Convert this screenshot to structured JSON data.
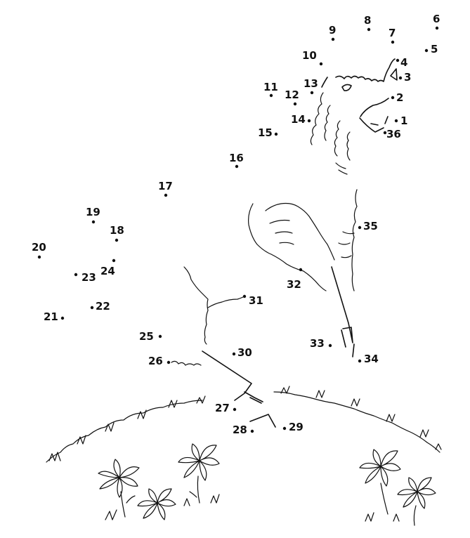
{
  "worksheet": {
    "ink_color": "#111111",
    "paper_color": "#ffffff",
    "dots": [
      {
        "id": 1,
        "label": "1"
      },
      {
        "id": 2,
        "label": "2"
      },
      {
        "id": 3,
        "label": "3"
      },
      {
        "id": 4,
        "label": "4"
      },
      {
        "id": 5,
        "label": "5"
      },
      {
        "id": 6,
        "label": "6"
      },
      {
        "id": 7,
        "label": "7"
      },
      {
        "id": 8,
        "label": "8"
      },
      {
        "id": 9,
        "label": "9"
      },
      {
        "id": 10,
        "label": "10"
      },
      {
        "id": 11,
        "label": "11"
      },
      {
        "id": 12,
        "label": "12"
      },
      {
        "id": 13,
        "label": "13"
      },
      {
        "id": 14,
        "label": "14"
      },
      {
        "id": 15,
        "label": "15"
      },
      {
        "id": 16,
        "label": "16"
      },
      {
        "id": 17,
        "label": "17"
      },
      {
        "id": 18,
        "label": "18"
      },
      {
        "id": 19,
        "label": "19"
      },
      {
        "id": 20,
        "label": "20"
      },
      {
        "id": 21,
        "label": "21"
      },
      {
        "id": 22,
        "label": "22"
      },
      {
        "id": 23,
        "label": "23"
      },
      {
        "id": 24,
        "label": "24"
      },
      {
        "id": 25,
        "label": "25"
      },
      {
        "id": 26,
        "label": "26"
      },
      {
        "id": 27,
        "label": "27"
      },
      {
        "id": 28,
        "label": "28"
      },
      {
        "id": 29,
        "label": "29"
      },
      {
        "id": 30,
        "label": "30"
      },
      {
        "id": 31,
        "label": "31"
      },
      {
        "id": 32,
        "label": "32"
      },
      {
        "id": 33,
        "label": "33"
      },
      {
        "id": 34,
        "label": "34"
      },
      {
        "id": 35,
        "label": "35"
      },
      {
        "id": 36,
        "label": "36"
      }
    ]
  }
}
